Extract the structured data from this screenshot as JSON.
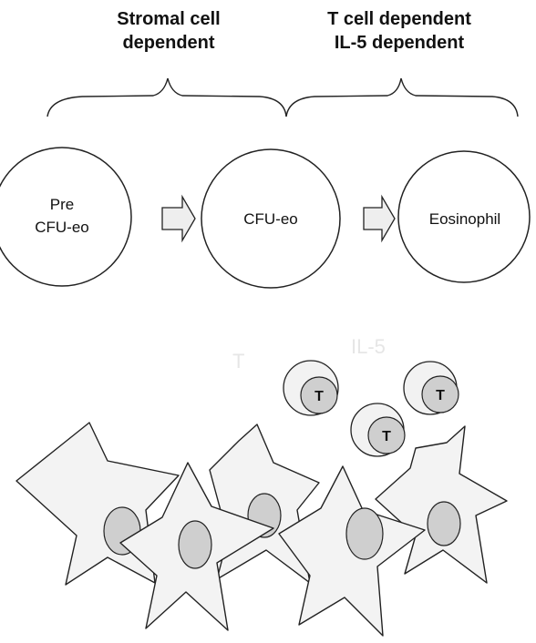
{
  "headings": {
    "left": {
      "line1": "Stromal cell",
      "line2": "dependent"
    },
    "right": {
      "line1": "T cell dependent",
      "line2": "IL-5 dependent"
    }
  },
  "stages": [
    {
      "line1": "Pre",
      "line2": "CFU-eo"
    },
    {
      "label": "CFU-eo"
    },
    {
      "label": "Eosinophil"
    }
  ],
  "faint_labels": {
    "t": "T",
    "il5": "IL-5"
  },
  "t_cell_label": "T",
  "colors": {
    "stroke": "#222222",
    "cell_fill": "#f3f3f3",
    "nucleus_fill": "#cfcfcf",
    "background": "#ffffff"
  }
}
